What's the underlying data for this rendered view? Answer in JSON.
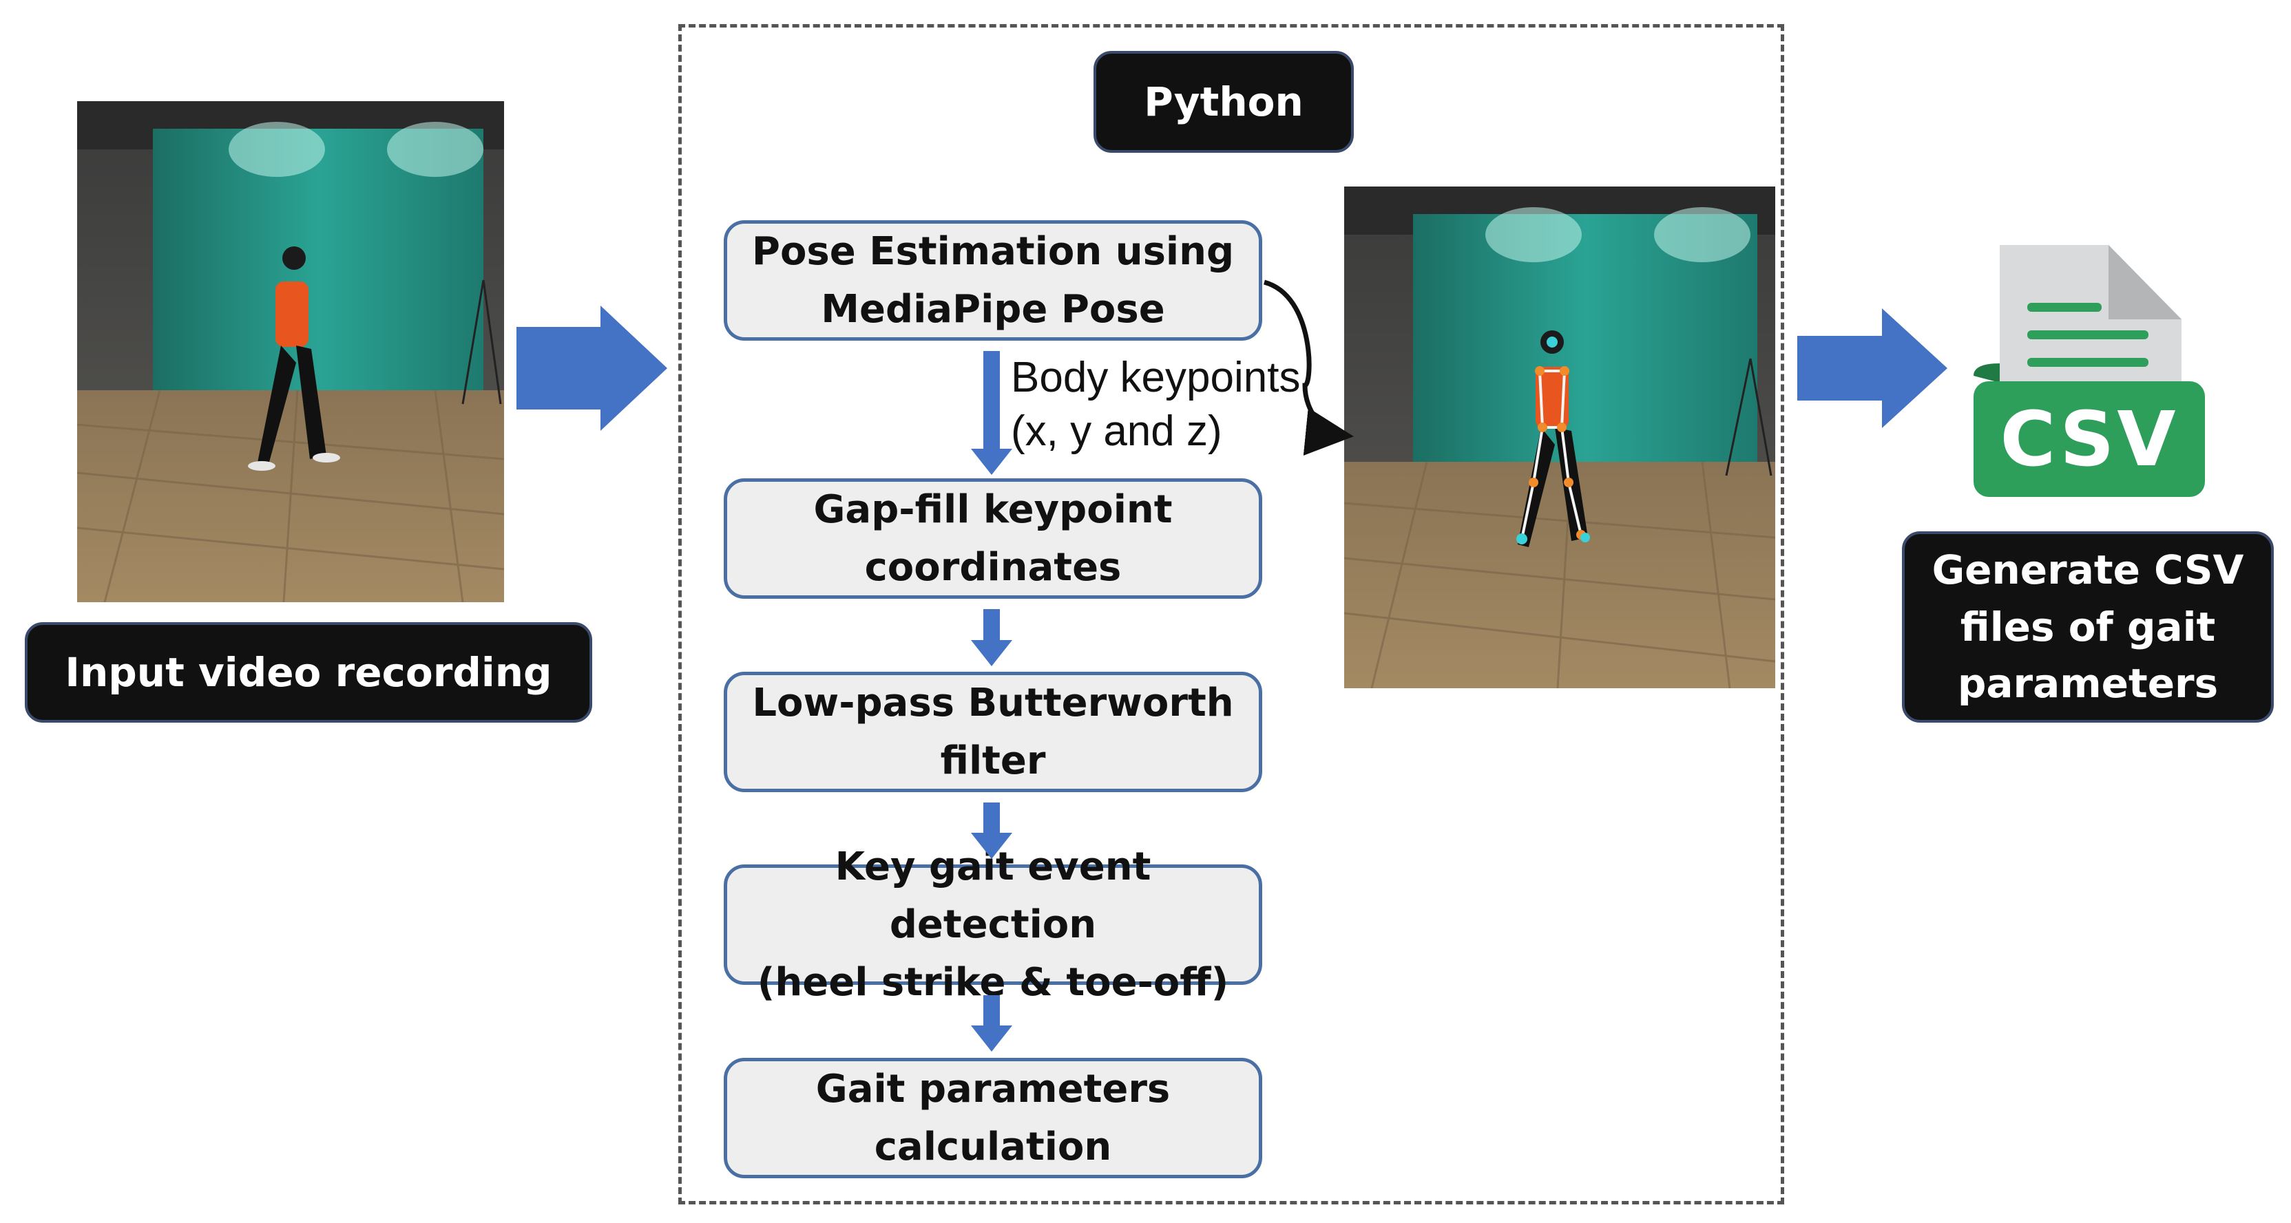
{
  "colors": {
    "arrow_blue": "#4472c4",
    "box_border": "#4a6fa5",
    "box_fill": "#eeeeee",
    "label_fill": "#111111",
    "csv_green": "#2e9e5b",
    "skeleton": "#f28b2c"
  },
  "labels": {
    "input": "Input video recording",
    "python": "Python",
    "output": "Generate CSV files of gait parameters"
  },
  "steps": [
    "Pose Estimation using\nMediaPipe Pose",
    "Gap-fill keypoint\ncoordinates",
    "Low-pass Butterworth\nfilter",
    "Key gait event detection\n(heel strike & toe-off)",
    "Gait parameters\ncalculation"
  ],
  "keypoints_note": "Body keypoints\n(x, y and z)",
  "csv_icon": {
    "icon": "csv-file-icon",
    "text": "CSV"
  }
}
